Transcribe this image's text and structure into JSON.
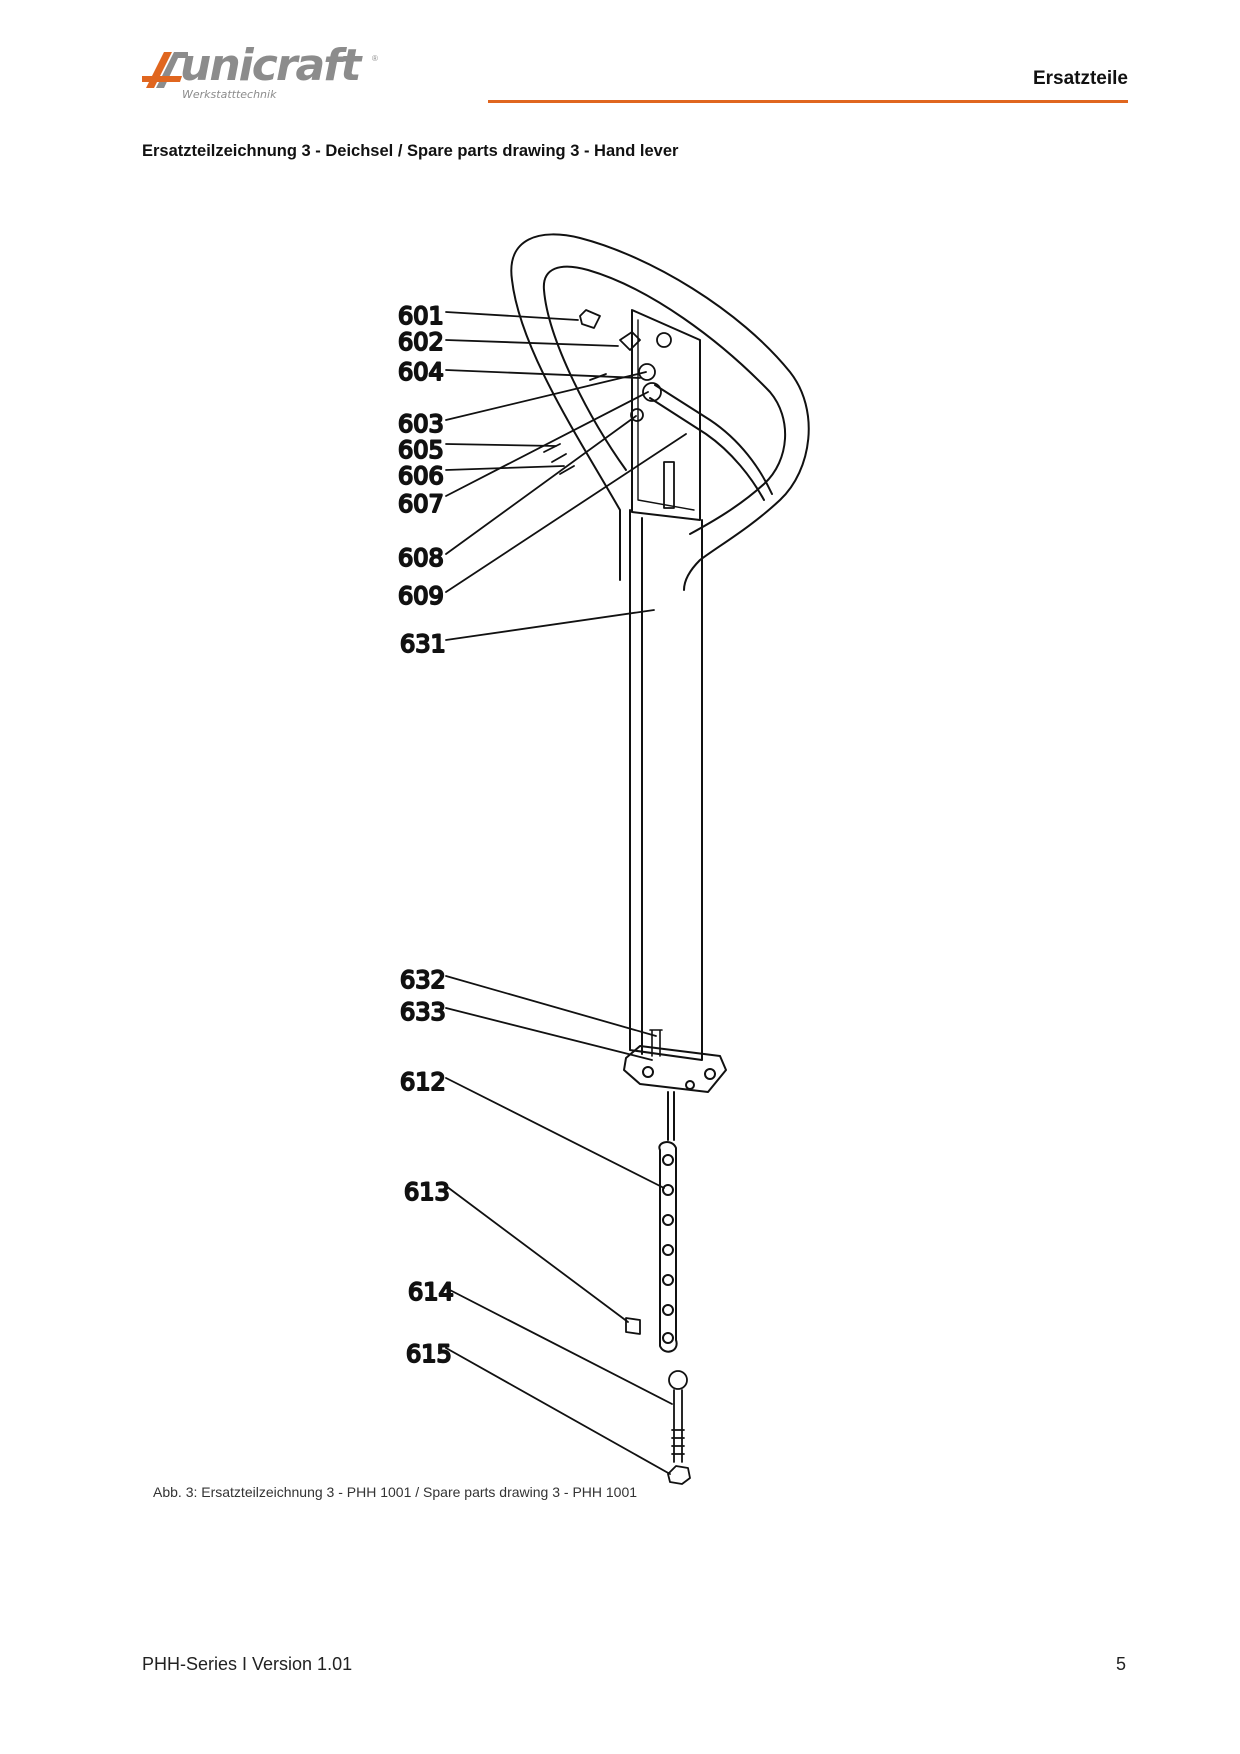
{
  "header": {
    "brand": "unicraft",
    "brand_tagline": "Werkstatttechnik",
    "brand_registered": "®",
    "section": "Ersatzteile",
    "accent_color": "#e0661f",
    "logo_gray": "#8c8c8c"
  },
  "content": {
    "title": "Ersatzteilzeichnung 3 - Deichsel / Spare parts drawing 3 - Hand lever",
    "figure_caption": "Abb. 3: Ersatzteilzeichnung 3 - PHH 1001 / Spare parts drawing 3 - PHH 1001"
  },
  "drawing": {
    "part_numbers": [
      "601",
      "602",
      "604",
      "603",
      "605",
      "606",
      "607",
      "608",
      "609",
      "631",
      "632",
      "633",
      "612",
      "613",
      "614",
      "615"
    ]
  },
  "footer": {
    "document": "PHH-Series I Version 1.01",
    "page_number": "5"
  }
}
